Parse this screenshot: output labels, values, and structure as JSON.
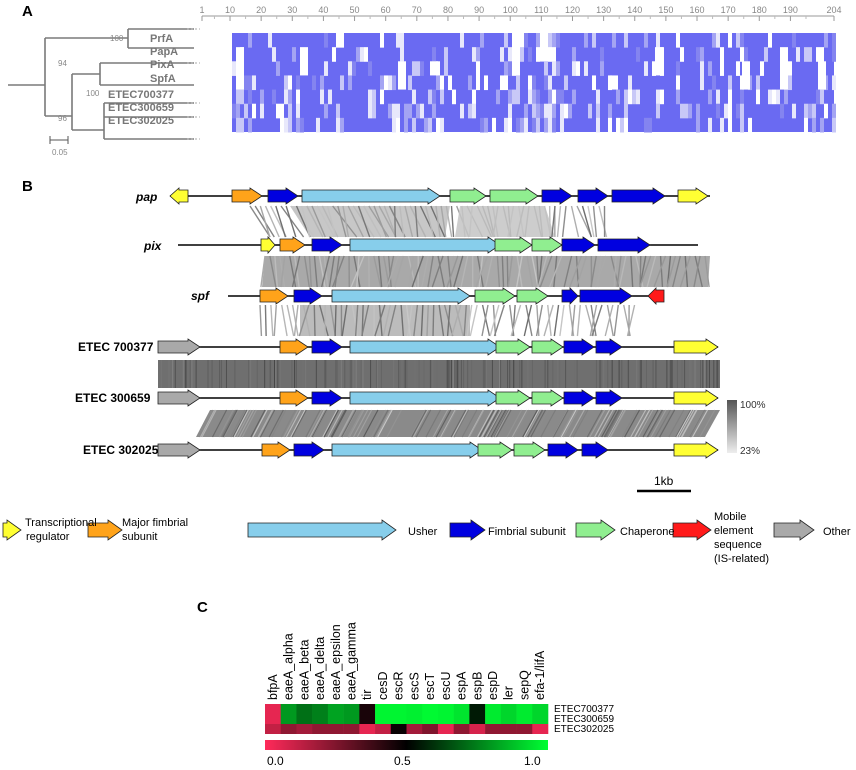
{
  "panels": {
    "a": "A",
    "b": "B",
    "c": "C"
  },
  "tree": {
    "taxa": [
      "PrfA",
      "PapA",
      "PixA",
      "SpfA",
      "ETEC700377",
      "ETEC300659",
      "ETEC302025"
    ],
    "bootstrap": [
      "100",
      "94",
      "100",
      "96"
    ],
    "scale_label": "0.05"
  },
  "alignment": {
    "ticks": [
      "1",
      "10",
      "20",
      "30",
      "40",
      "50",
      "60",
      "70",
      "80",
      "90",
      "100",
      "110",
      "120",
      "130",
      "140",
      "150",
      "160",
      "170",
      "180",
      "190",
      "204"
    ]
  },
  "loci": {
    "pap": "pap",
    "pix": "pix",
    "spf": "spf",
    "etec1": "ETEC 700377",
    "etec2": "ETEC 300659",
    "etec3": "ETEC 302025"
  },
  "identity_scale": {
    "max": "100%",
    "min": "23%"
  },
  "size_bar": "1kb",
  "legend": {
    "regulator_l1": "Transcriptional",
    "regulator_l2": "regulator",
    "major_l1": "Major fimbrial",
    "major_l2": "subunit",
    "usher": "Usher",
    "fimbrial": "Fimbrial subunit",
    "chaperone": "Chaperone",
    "mobile_l1": "Mobile",
    "mobile_l2": "element",
    "mobile_l3": "sequence",
    "mobile_l4": "(IS-related)",
    "other": "Other"
  },
  "colors": {
    "regulator": "#ffff33",
    "major": "#ffa31a",
    "usher": "#87ceeb",
    "fimbrial": "#0000e0",
    "chaperone": "#90ee90",
    "mobile": "#ff1a1a",
    "other": "#a9a9a9",
    "alignment_blue": "#5f5ff0"
  },
  "heatmap": {
    "columns": [
      "bfpA",
      "eaeA_alpha",
      "eaeA_beta",
      "eaeA_delta",
      "eaeA_epsilon",
      "eaeA_gamma",
      "tir",
      "cesD",
      "escR",
      "escS",
      "escT",
      "escU",
      "espA",
      "espB",
      "espD",
      "ler",
      "sepQ",
      "efa-1/lifA"
    ],
    "rows": [
      "ETEC700377",
      "ETEC300659",
      "ETEC302025"
    ],
    "values": [
      [
        0.05,
        0.8,
        0.72,
        0.75,
        0.82,
        0.8,
        0.45,
        0.98,
        0.98,
        0.97,
        0.99,
        0.98,
        0.95,
        0.55,
        0.96,
        0.92,
        0.96,
        0.92
      ],
      [
        0.05,
        0.8,
        0.72,
        0.75,
        0.82,
        0.8,
        0.45,
        0.98,
        0.98,
        0.97,
        0.99,
        0.98,
        0.95,
        0.55,
        0.96,
        0.92,
        0.96,
        0.92
      ],
      [
        0.12,
        0.22,
        0.18,
        0.22,
        0.22,
        0.22,
        0.05,
        0.12,
        0.48,
        0.18,
        0.25,
        0.05,
        0.22,
        0.08,
        0.22,
        0.22,
        0.22,
        0.05
      ]
    ],
    "scale_min": "0.0",
    "scale_mid": "0.5",
    "scale_max": "1.0"
  }
}
